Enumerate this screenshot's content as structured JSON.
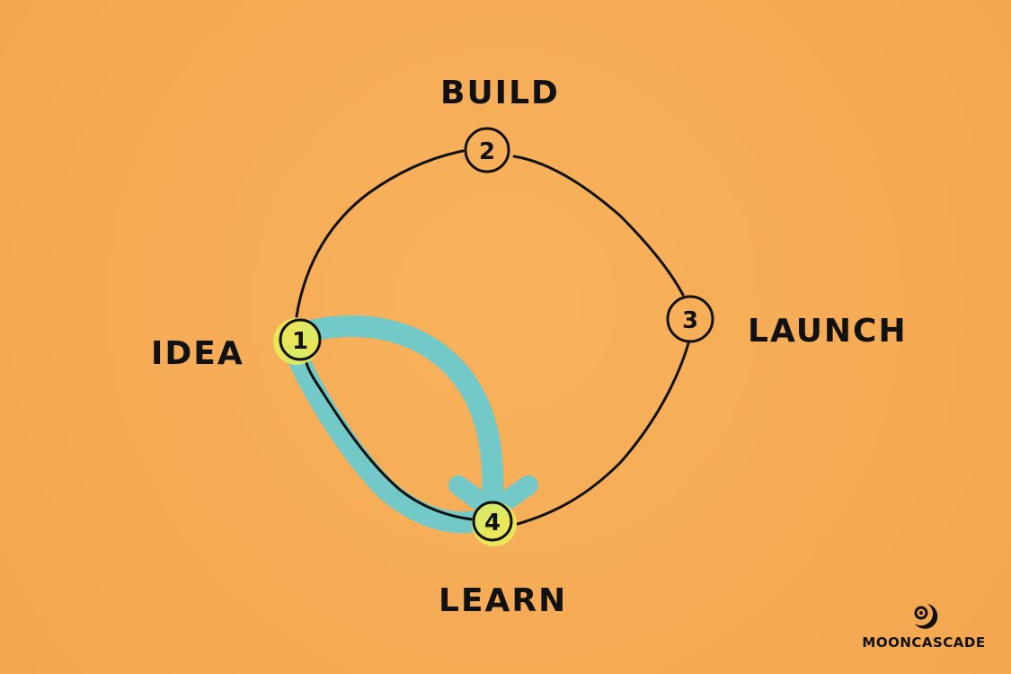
{
  "diagram": {
    "labels": {
      "build": "BUILD",
      "launch": "LAUNCH",
      "idea": "IDEA",
      "learn": "LEARN"
    },
    "nodes": {
      "idea": "1",
      "build": "2",
      "launch": "3",
      "learn": "4"
    },
    "highlighted_nodes": [
      "1",
      "4"
    ],
    "colors": {
      "background": "#f6ad57",
      "line": "#111111",
      "highlight_node": "#e8ec5a",
      "arrow": "#72c9c8"
    }
  },
  "brand": {
    "name": "MOONCASCADE",
    "icon": "mooncascade-logo-icon"
  }
}
